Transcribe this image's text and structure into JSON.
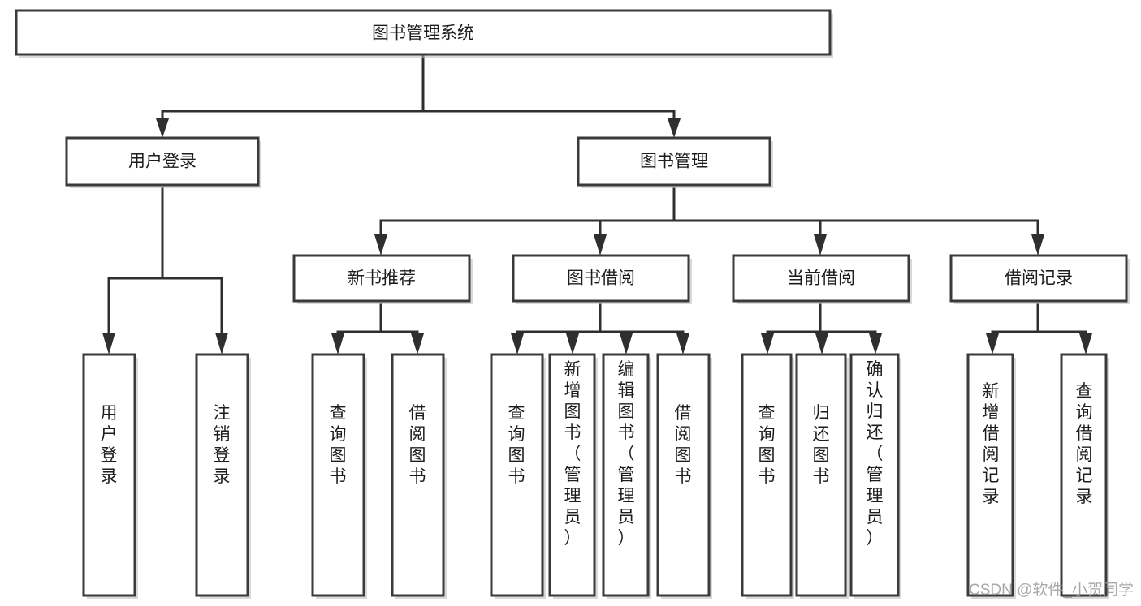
{
  "diagram": {
    "title": "图书管理系统",
    "type": "tree-hierarchy",
    "root": {
      "id": "root",
      "label": "图书管理系统",
      "orientation": "horizontal"
    },
    "level1": [
      {
        "id": "user-login",
        "label": "用户登录",
        "orientation": "horizontal"
      },
      {
        "id": "book-manage",
        "label": "图书管理",
        "orientation": "horizontal"
      }
    ],
    "level2": [
      {
        "id": "new-book-recommend",
        "label": "新书推荐",
        "parent": "book-manage",
        "orientation": "horizontal"
      },
      {
        "id": "book-borrow",
        "label": "图书借阅",
        "parent": "book-manage",
        "orientation": "horizontal"
      },
      {
        "id": "current-borrow",
        "label": "当前借阅",
        "parent": "book-manage",
        "orientation": "horizontal"
      },
      {
        "id": "borrow-record",
        "label": "借阅记录",
        "parent": "book-manage",
        "orientation": "horizontal"
      }
    ],
    "leaves": [
      {
        "id": "leaf-user-login",
        "label": "用户登录",
        "parent": "user-login",
        "orientation": "vertical"
      },
      {
        "id": "leaf-user-logout",
        "label": "注销登录",
        "parent": "user-login",
        "orientation": "vertical"
      },
      {
        "id": "leaf-query-book-1",
        "label": "查询图书",
        "parent": "new-book-recommend",
        "orientation": "vertical"
      },
      {
        "id": "leaf-borrow-book-1",
        "label": "借阅图书",
        "parent": "new-book-recommend",
        "orientation": "vertical"
      },
      {
        "id": "leaf-query-book-2",
        "label": "查询图书",
        "parent": "book-borrow",
        "orientation": "vertical"
      },
      {
        "id": "leaf-add-book",
        "label": "新增图书（管理员）",
        "parent": "book-borrow",
        "orientation": "vertical"
      },
      {
        "id": "leaf-edit-book",
        "label": "编辑图书（管理员）",
        "parent": "book-borrow",
        "orientation": "vertical"
      },
      {
        "id": "leaf-borrow-book-2",
        "label": "借阅图书",
        "parent": "book-borrow",
        "orientation": "vertical"
      },
      {
        "id": "leaf-query-book-3",
        "label": "查询图书",
        "parent": "current-borrow",
        "orientation": "vertical"
      },
      {
        "id": "leaf-return-book",
        "label": "归还图书",
        "parent": "current-borrow",
        "orientation": "vertical"
      },
      {
        "id": "leaf-confirm-return",
        "label": "确认归还（管理员）",
        "parent": "current-borrow",
        "orientation": "vertical"
      },
      {
        "id": "leaf-add-record",
        "label": "新增借阅记录",
        "parent": "borrow-record",
        "orientation": "vertical"
      },
      {
        "id": "leaf-query-record",
        "label": "查询借阅记录",
        "parent": "borrow-record",
        "orientation": "vertical"
      }
    ],
    "watermark": "CSDN @软件_小贺同学",
    "colors": {
      "background": "#ffffff",
      "box_fill": "#ffffff",
      "box_stroke": "#3a3a3a",
      "connector": "#2f2f2f",
      "text": "#1d1d1d",
      "watermark": "#9a9a9a"
    }
  }
}
